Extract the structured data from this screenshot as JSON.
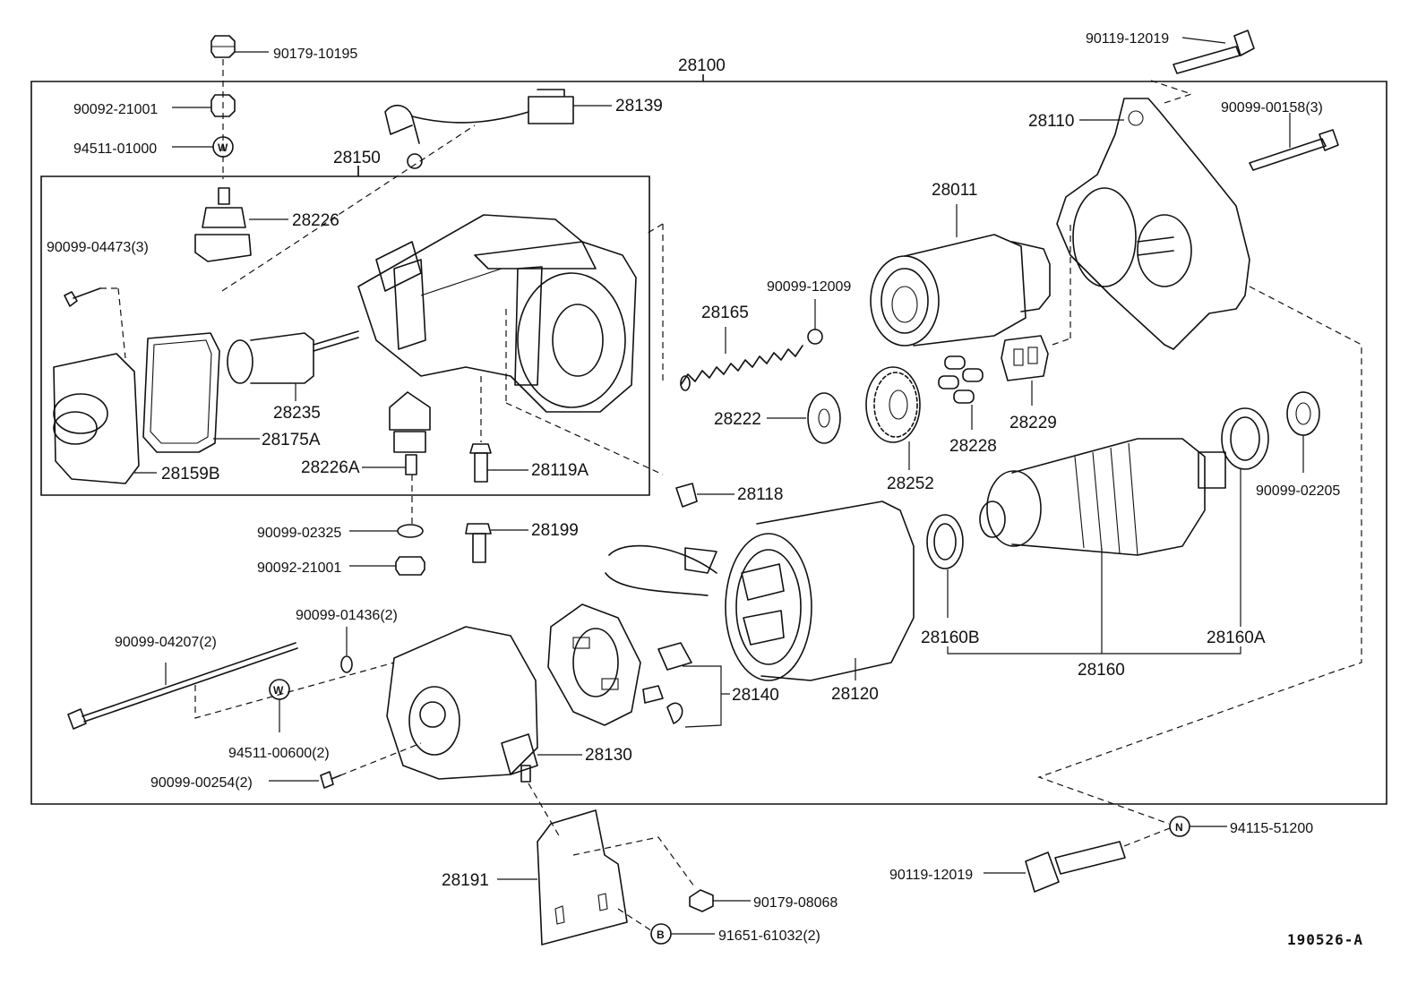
{
  "figure_code": "190526-A",
  "assembly": {
    "number": "28100",
    "sub_assembly": "28150"
  },
  "parts": {
    "p90179_10195": "90179-10195",
    "p90092_21001_top": "90092-21001",
    "p94511_01000": "94511-01000",
    "p28139": "28139",
    "p28226": "28226",
    "p90099_04473": "90099-04473(3)",
    "p28235": "28235",
    "p28175A": "28175A",
    "p28159B": "28159B",
    "p28226A": "28226A",
    "p28119A": "28119A",
    "p90099_02325": "90099-02325",
    "p28199": "28199",
    "p90092_21001_bot": "90092-21001",
    "p90099_01436": "90099-01436(2)",
    "p90099_04207": "90099-04207(2)",
    "p94511_00600": "94511-00600(2)",
    "p90099_00254": "90099-00254(2)",
    "p28130": "28130",
    "p28140": "28140",
    "p28120": "28120",
    "p28118": "28118",
    "p28165": "28165",
    "p90099_12009": "90099-12009",
    "p28222": "28222",
    "p28252": "28252",
    "p28228": "28228",
    "p28229": "28229",
    "p28011": "28011",
    "p28110": "28110",
    "p90119_12019_top": "90119-12019",
    "p90099_00158": "90099-00158(3)",
    "p90099_02205": "90099-02205",
    "p28160B": "28160B",
    "p28160A": "28160A",
    "p28160": "28160",
    "p28191": "28191",
    "p90179_08068": "90179-08068",
    "p91651_61032": "91651-61032(2)",
    "p90119_12019_bot": "90119-12019",
    "p94115_51200": "94115-51200"
  },
  "markers": {
    "washer": "W",
    "nut": "N",
    "bolt": "B"
  }
}
